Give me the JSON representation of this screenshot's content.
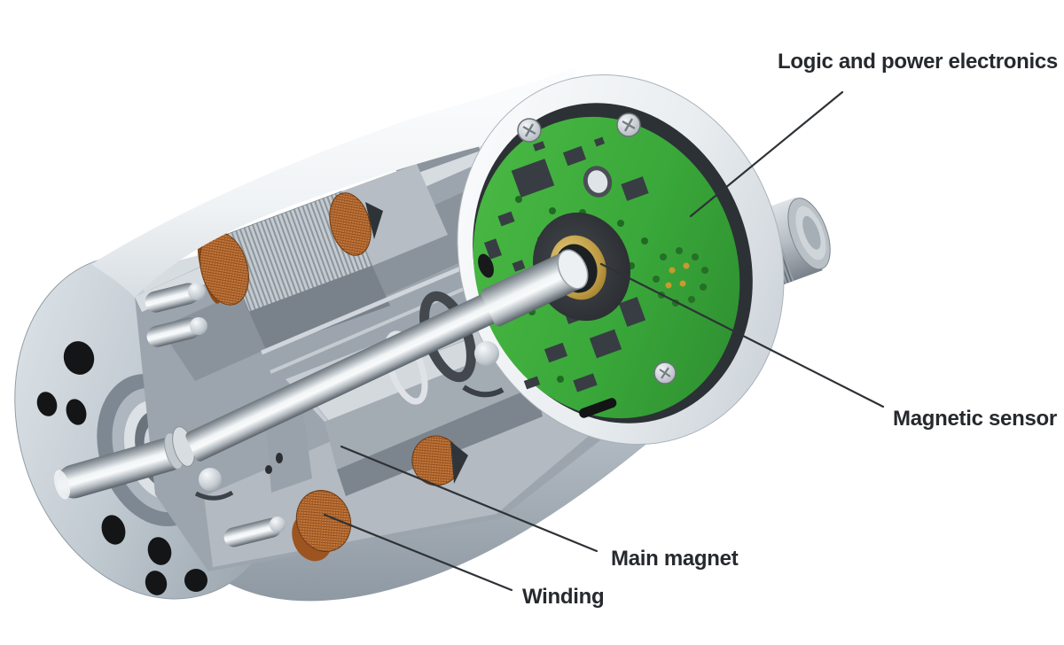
{
  "figure": {
    "description": "Cutaway illustration of a compact brushless DC motor with integrated electronics",
    "background_color": "#ffffff",
    "annotations": [
      {
        "id": "logic",
        "text": "Logic and power electronics",
        "points_to": "green printed circuit board"
      },
      {
        "id": "sensor",
        "text": "Magnetic sensor",
        "points_to": "sensor hub at shaft end"
      },
      {
        "id": "magnet",
        "text": "Main magnet",
        "points_to": "rotor magnet under shaft"
      },
      {
        "id": "winding",
        "text": "Winding",
        "points_to": "copper stator coil"
      }
    ],
    "colors": {
      "pcb_green": "#3fae3e",
      "copper_winding": "#c67a3e",
      "housing_gray": "#c6cdd4",
      "shaft_steel": "#e8ecef",
      "brass_ring": "#c2a04d",
      "label_text": "#26292d",
      "leader_line": "#2e3236"
    }
  }
}
